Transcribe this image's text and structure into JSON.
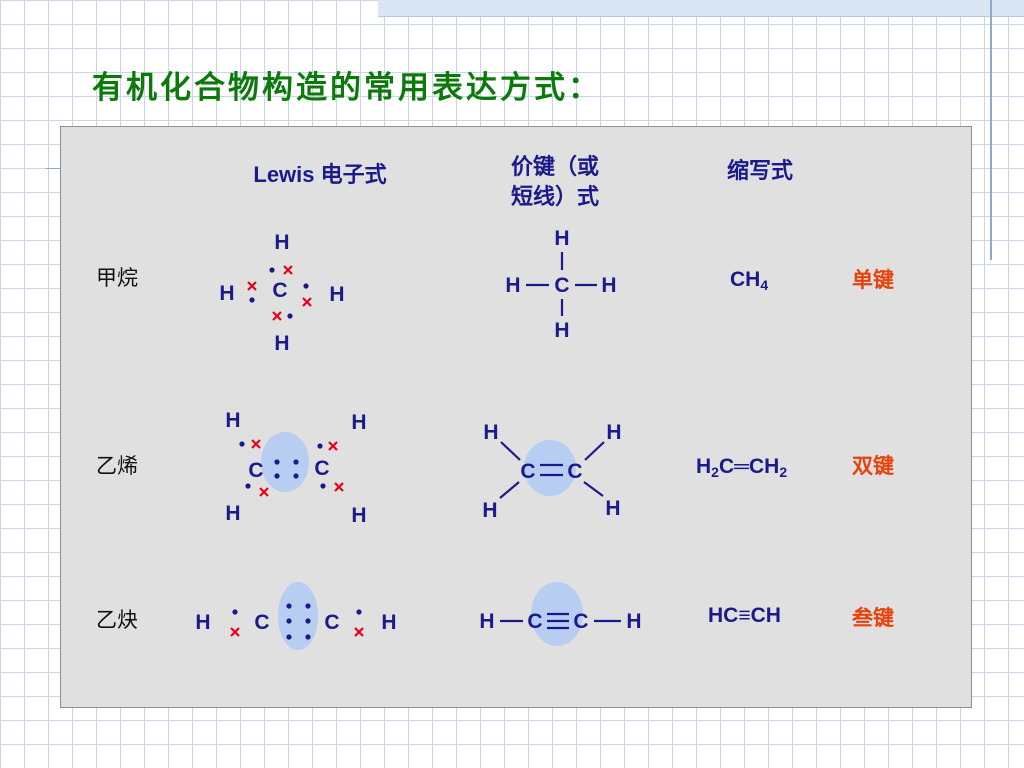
{
  "title": "有机化合物构造的常用表达方式：",
  "headers": {
    "lewis": "Lewis 电子式",
    "bond_line1": "价键（或",
    "bond_line2": "短线）式",
    "condensed": "缩写式"
  },
  "rows": [
    {
      "name": "甲烷",
      "condensed_parts": [
        "CH",
        "4",
        ""
      ],
      "bond_type": "单键"
    },
    {
      "name": "乙烯",
      "condensed_parts": [
        "H",
        "2",
        "C═CH",
        "2"
      ],
      "bond_type": "双键"
    },
    {
      "name": "乙炔",
      "condensed": "HC≡CH",
      "bond_type": "叁键"
    }
  ],
  "atoms": {
    "carbon": "C",
    "hydrogen": "H"
  },
  "colors": {
    "title": "#0b7a0b",
    "atom": "#1a1a8c",
    "electron_h": "#e8001c",
    "electron_c": "#1a1a8c",
    "shared_pair": "#b8cdf2",
    "bond_label": "#e8420c"
  }
}
